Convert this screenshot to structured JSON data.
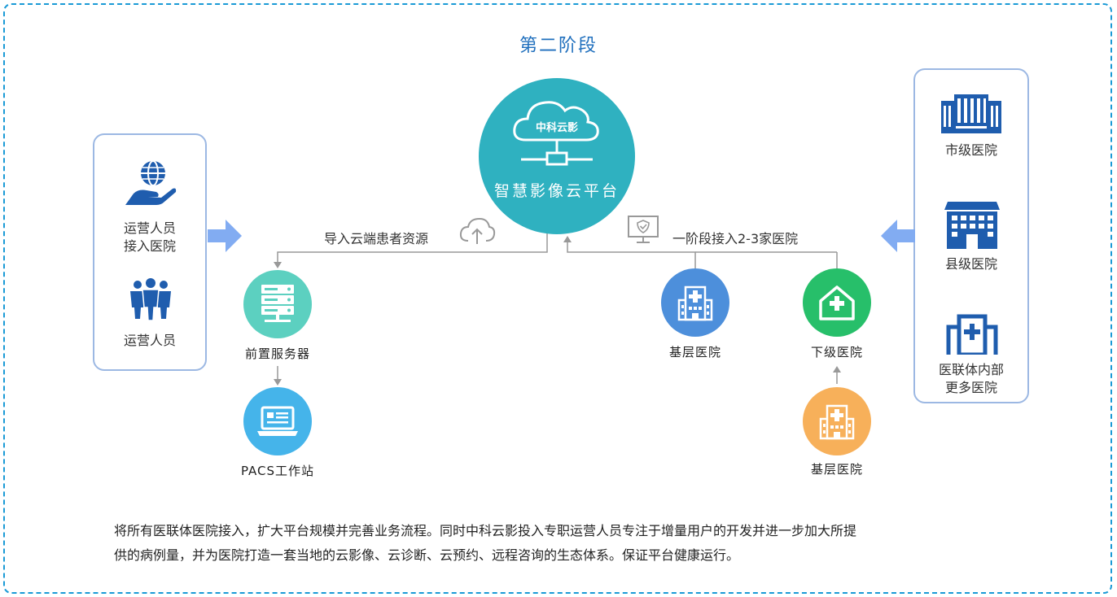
{
  "title": "第二阶段",
  "platform": {
    "cloud_text": "中科云影",
    "name": "智慧影像云平台"
  },
  "left_panel": {
    "items": [
      {
        "icon": "globe-hand-icon",
        "label_line1": "运营人员",
        "label_line2": "接入医院"
      },
      {
        "icon": "people-group-icon",
        "label_line1": "运营人员",
        "label_line2": ""
      }
    ]
  },
  "right_panel": {
    "items": [
      {
        "icon": "city-hospital-building-icon",
        "label_line1": "市级医院",
        "label_line2": ""
      },
      {
        "icon": "county-hospital-building-icon",
        "label_line1": "县级医院",
        "label_line2": ""
      },
      {
        "icon": "hospital-cross-building-icon",
        "label_line1": "医联体内部",
        "label_line2": "更多医院"
      }
    ]
  },
  "flow": {
    "left_label": "导入云端患者资源",
    "right_label": "一阶段接入2-3家医院"
  },
  "nodes": {
    "front_server": "前置服务器",
    "pacs": "PACS工作站",
    "base_hospital_1": "基层医院",
    "lower_hospital": "下级医院",
    "base_hospital_2": "基层医院"
  },
  "colors": {
    "platform": "#2fb1c0",
    "server": "#5cd0c0",
    "pacs": "#45b4ea",
    "base_hospital_1": "#4d8fdb",
    "lower_hospital": "#27bf6a",
    "base_hospital_2": "#f7b05a",
    "icon_blue": "#1f5dae",
    "arrow": "#82acf2"
  },
  "description": {
    "line1": "将所有医联体医院接入，扩大平台规模并完善业务流程。同时中科云影投入专职运营人员专注于增量用户的开发并进一步加大所提",
    "line2": "供的病例量，并为医院打造一套当地的云影像、云诊断、云预约、远程咨询的生态体系。保证平台健康运行。"
  }
}
